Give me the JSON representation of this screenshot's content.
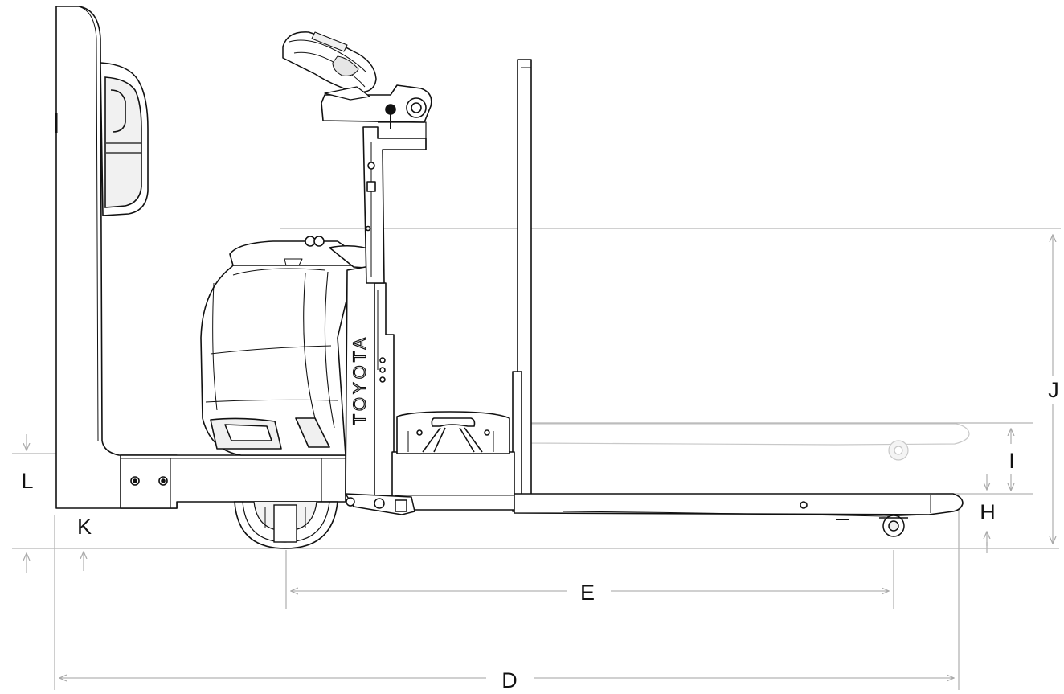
{
  "diagram": {
    "brand": "TOYOTA",
    "dimensions": {
      "D": "D",
      "E": "E",
      "H": "H",
      "I": "I",
      "J": "J",
      "K": "K",
      "L": "L"
    },
    "colors": {
      "outline": "#111111",
      "body": "#ffffff",
      "body_shade": "#ececec",
      "dim_line": "#b4b4b4",
      "label": "#111111"
    }
  }
}
